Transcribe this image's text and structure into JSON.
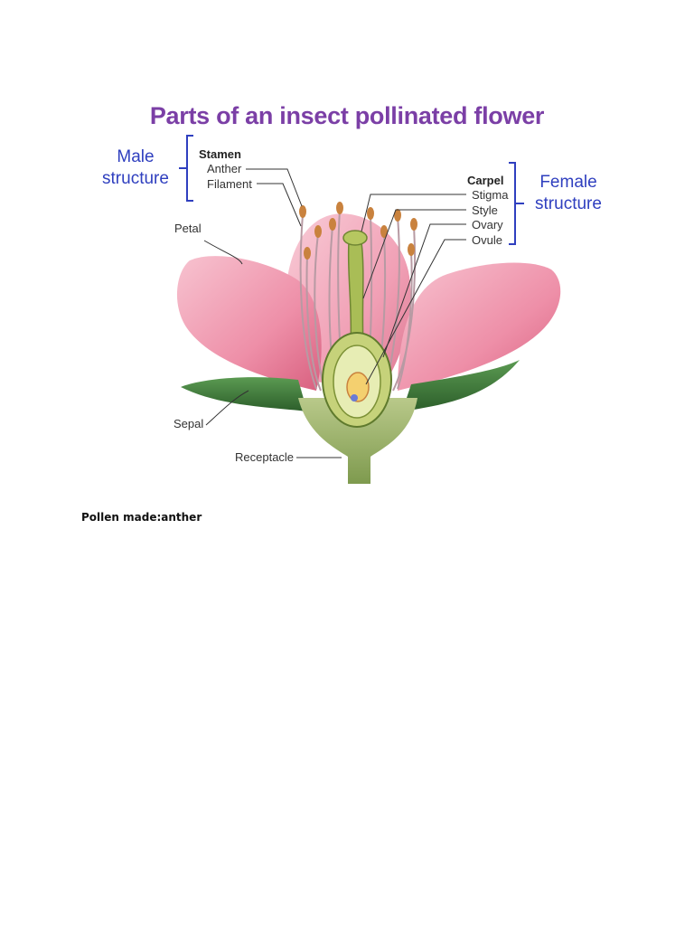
{
  "diagram": {
    "title": "Parts of an insect pollinated flower",
    "male_group": {
      "line1": "Male",
      "line2": "structure"
    },
    "female_group": {
      "line1": "Female",
      "line2": "structure"
    },
    "stamen": {
      "heading": "Stamen",
      "parts": [
        "Anther",
        "Filament"
      ]
    },
    "carpel": {
      "heading": "Carpel",
      "parts": [
        "Stigma",
        "Style",
        "Ovary",
        "Ovule"
      ]
    },
    "other_labels": {
      "petal": "Petal",
      "sepal": "Sepal",
      "receptacle": "Receptacle"
    },
    "colors": {
      "title": "#7b3fa6",
      "group_label": "#2f3fbf",
      "petal": "#f2a3b7",
      "sepal": "#3f7a3a",
      "carpel": "#9bb04a",
      "anther": "#c9823e"
    }
  },
  "caption": "Pollen made:anther"
}
